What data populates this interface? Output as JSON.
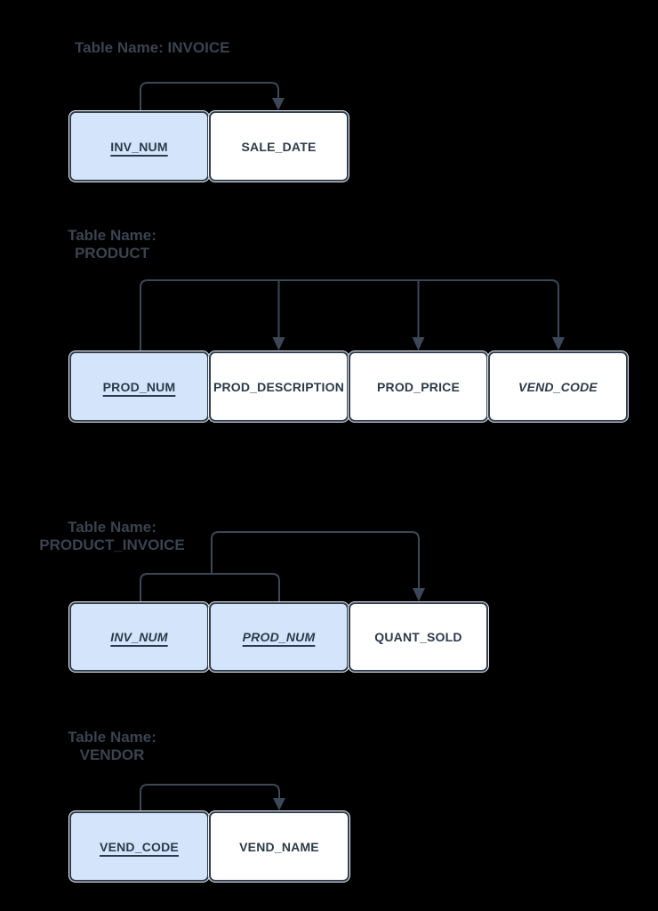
{
  "colors": {
    "background": "#000000",
    "pk_fill": "#d4e4fb",
    "attr_fill": "#ffffff",
    "box_border": "#33404f",
    "arrow_line": "#3c4857",
    "title_text": "#3a4350",
    "label_text": "#2c3a49"
  },
  "tables": [
    {
      "name": "INVOICE",
      "title_lines": [
        "Table Name: INVOICE"
      ],
      "attributes": [
        {
          "label": "INV_NUM",
          "role": "primary-key"
        },
        {
          "label": "SALE_DATE",
          "role": "dependent"
        }
      ],
      "dependencies": [
        "INV_NUM -> SALE_DATE"
      ]
    },
    {
      "name": "PRODUCT",
      "title_lines": [
        "Table Name:",
        "PRODUCT"
      ],
      "attributes": [
        {
          "label": "PROD_NUM",
          "role": "primary-key"
        },
        {
          "label": "PROD_DESCRIPTION",
          "role": "dependent"
        },
        {
          "label": "PROD_PRICE",
          "role": "dependent"
        },
        {
          "label": "VEND_CODE",
          "role": "foreign-key"
        }
      ],
      "dependencies": [
        "PROD_NUM -> PROD_DESCRIPTION",
        "PROD_NUM -> PROD_PRICE",
        "PROD_NUM -> VEND_CODE"
      ]
    },
    {
      "name": "PRODUCT_INVOICE",
      "title_lines": [
        "Table Name:",
        "PRODUCT_INVOICE"
      ],
      "attributes": [
        {
          "label": "INV_NUM",
          "role": "composite-primary-key"
        },
        {
          "label": "PROD_NUM",
          "role": "composite-primary-key"
        },
        {
          "label": "QUANT_SOLD",
          "role": "dependent"
        }
      ],
      "dependencies": [
        "INV_NUM + PROD_NUM -> QUANT_SOLD"
      ]
    },
    {
      "name": "VENDOR",
      "title_lines": [
        "Table Name:",
        "VENDOR"
      ],
      "attributes": [
        {
          "label": "VEND_CODE",
          "role": "primary-key"
        },
        {
          "label": "VEND_NAME",
          "role": "dependent"
        }
      ],
      "dependencies": [
        "VEND_CODE -> VEND_NAME"
      ]
    }
  ]
}
